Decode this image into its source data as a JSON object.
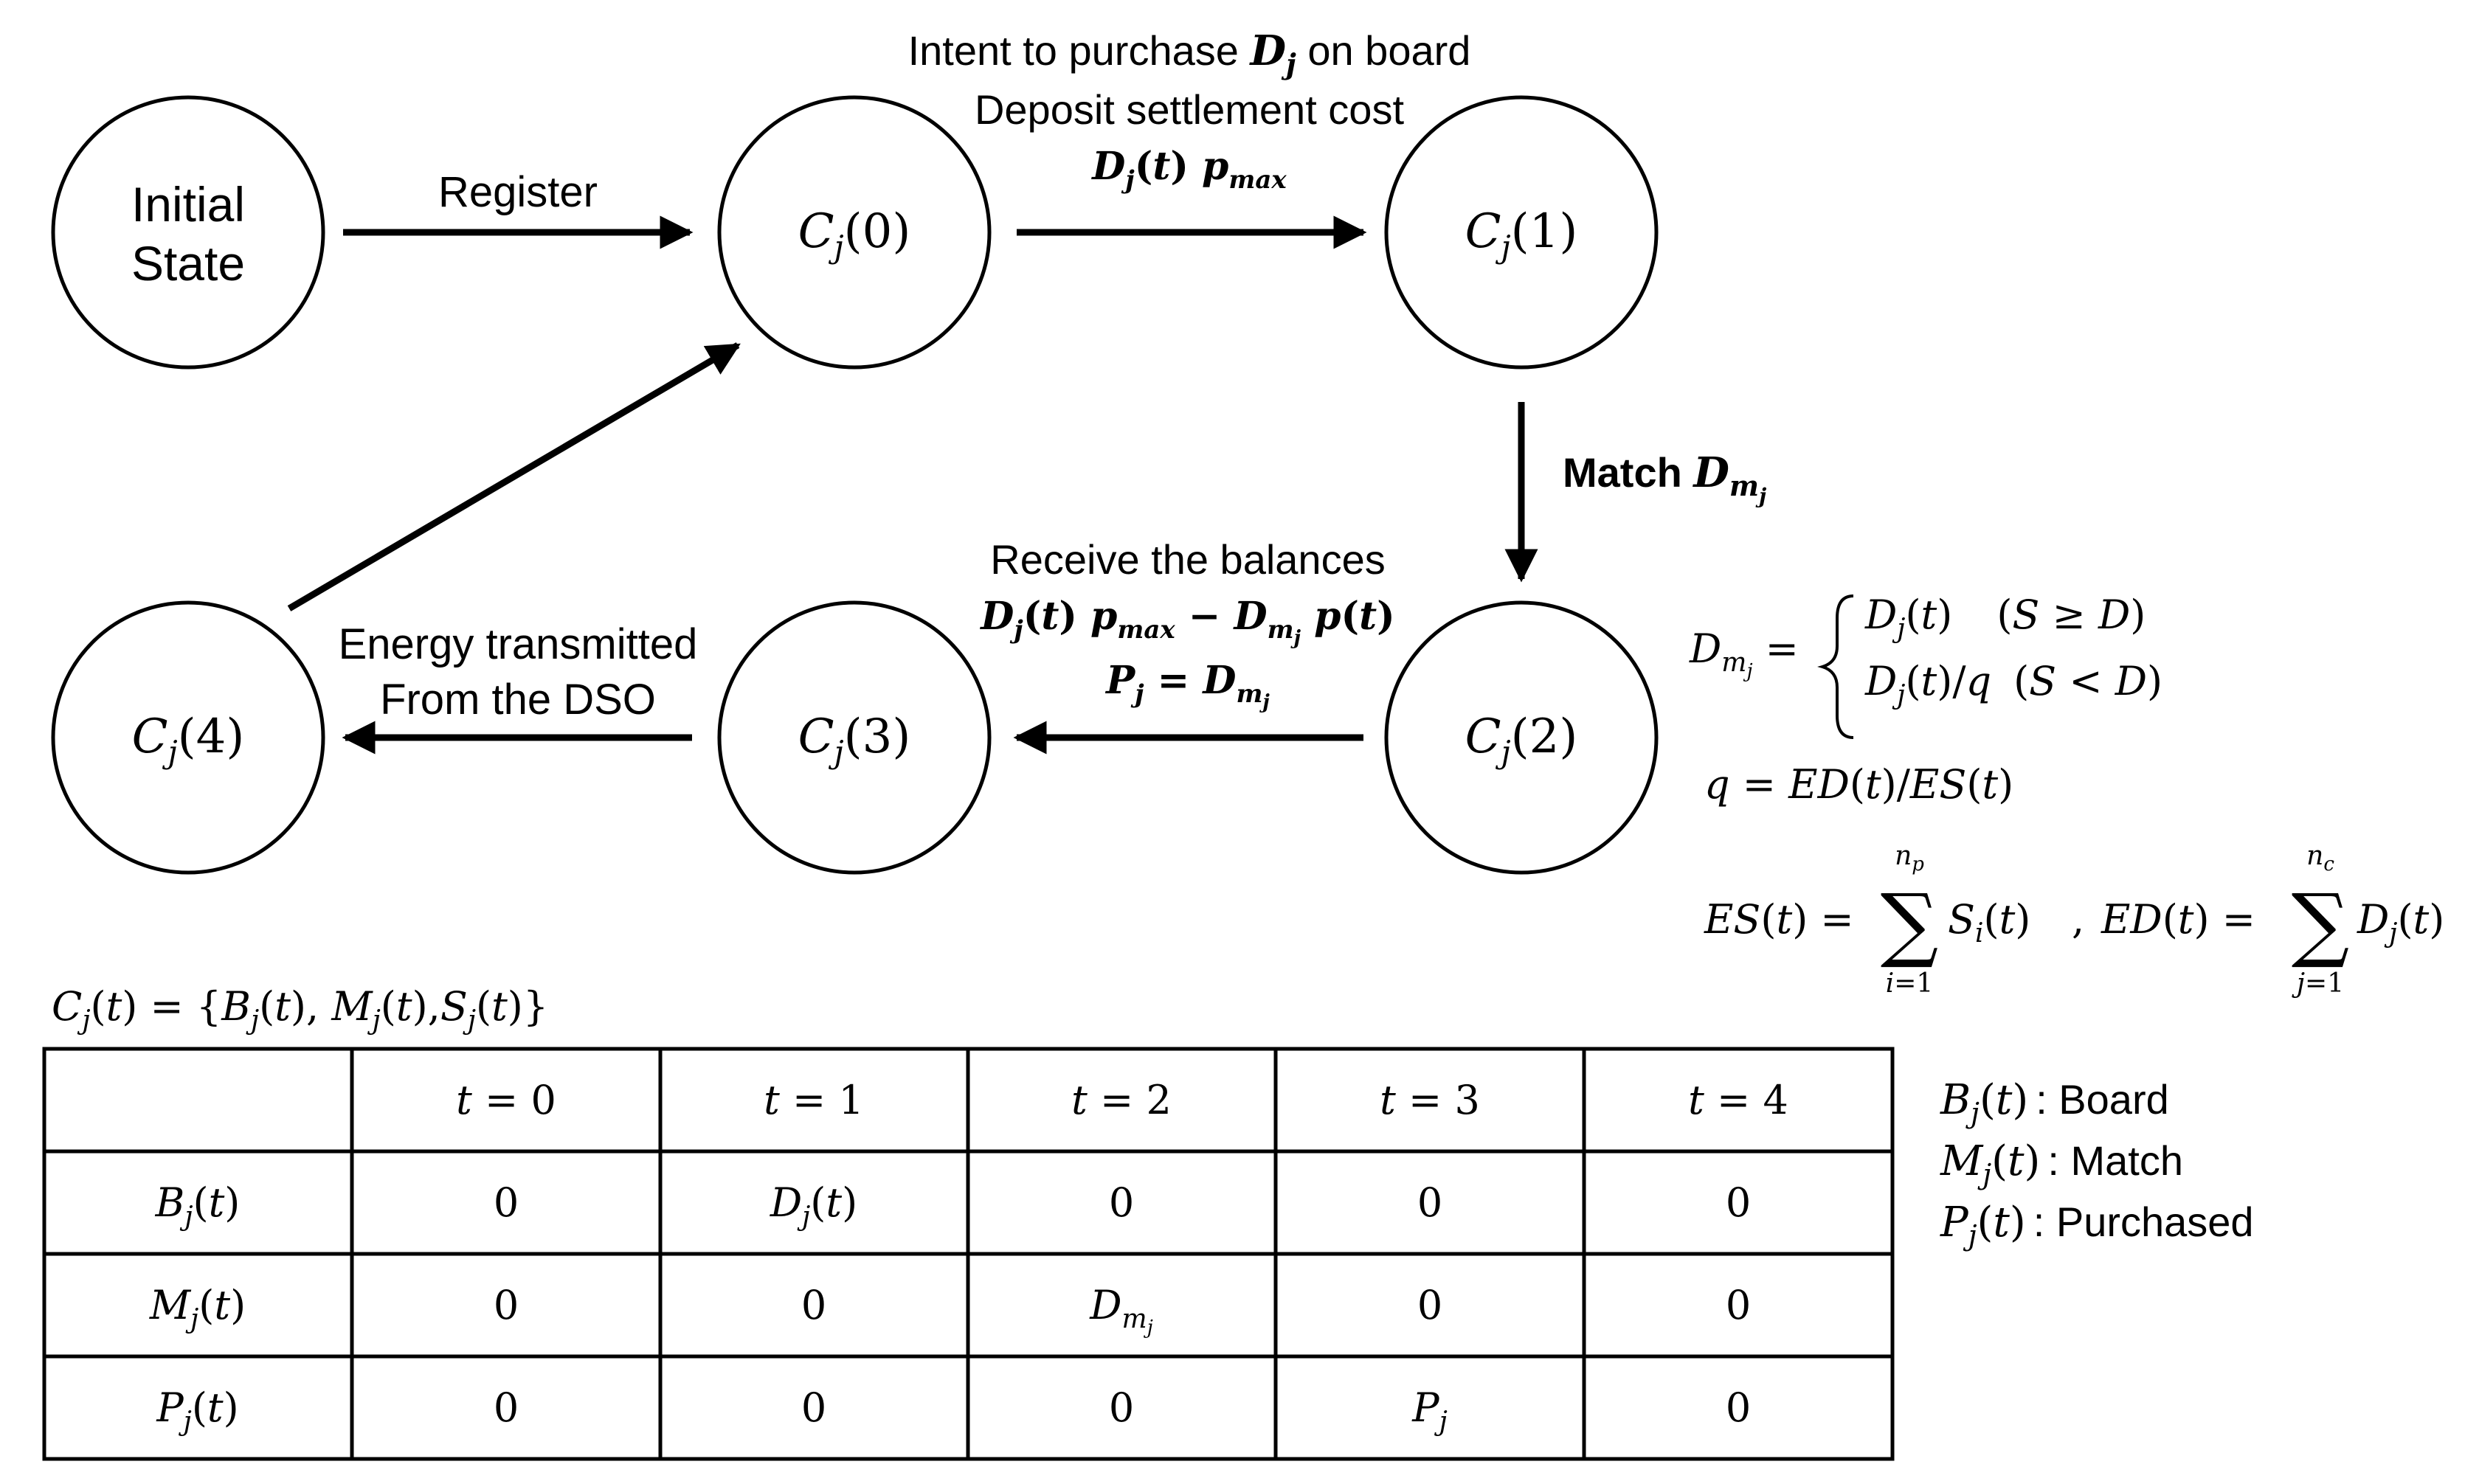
{
  "states": {
    "initial_line1": "Initial",
    "initial_line2": "State",
    "c0": {
      "base": "C",
      "sub": "j",
      "arg": "(0)"
    },
    "c1": {
      "base": "C",
      "sub": "j",
      "arg": "(1)"
    },
    "c2": {
      "base": "C",
      "sub": "j",
      "arg": "(2)"
    },
    "c3": {
      "base": "C",
      "sub": "j",
      "arg": "(3)"
    },
    "c4": {
      "base": "C",
      "sub": "j",
      "arg": "(4)"
    }
  },
  "transitions": {
    "register": "Register",
    "purchase_line1": "Intent to purchase",
    "purchase_var": "D",
    "purchase_var_sub": "j",
    "purchase_line1_tail": "on board",
    "purchase_line2": "Deposit settlement cost",
    "purchase_formula": "D_j(t) p_max",
    "match_label": "Match",
    "match_var": "D",
    "match_var_sub": "m",
    "match_var_subsub": "j",
    "receive_line1": "Receive the balances",
    "receive_formula": "D_j(t) p_max − D_mj p(t)",
    "receive_line3": "P_j = D_mj",
    "energy_line1": "Energy transmitted",
    "energy_line2": "From the DSO"
  },
  "equations": {
    "dmj_lhs": "D_mj =",
    "dmj_case1": "D_j(t)   (S ≥ D)",
    "dmj_case2": "D_j(t)/q  (S < D)",
    "q_def": "q = ED(t)/ES(t)",
    "es_def": "ES(t) = Σ_{i=1}^{n_p} S_i(t)",
    "ed_def": "ED(t) = Σ_{j=1}^{n_c} D_j(t)",
    "cj_def": "C_j(t) = {B_j(t), M_j(t), S_j(t)}"
  },
  "table": {
    "headers": [
      "",
      "t = 0",
      "t = 1",
      "t = 2",
      "t = 3",
      "t = 4"
    ],
    "rows": [
      {
        "label": "B_j(t)",
        "cells": [
          "0",
          "D_j(t)",
          "0",
          "0",
          "0"
        ]
      },
      {
        "label": "M_j(t)",
        "cells": [
          "0",
          "0",
          "D_mj",
          "0",
          "0"
        ]
      },
      {
        "label": "P_j(t)",
        "cells": [
          "0",
          "0",
          "0",
          "P_j",
          "0"
        ]
      }
    ]
  },
  "legend": [
    {
      "symbol": "B_j(t)",
      "text": ": Board"
    },
    {
      "symbol": "M_j(t)",
      "text": ": Match"
    },
    {
      "symbol": "P_j(t)",
      "text": ": Purchased"
    }
  ]
}
